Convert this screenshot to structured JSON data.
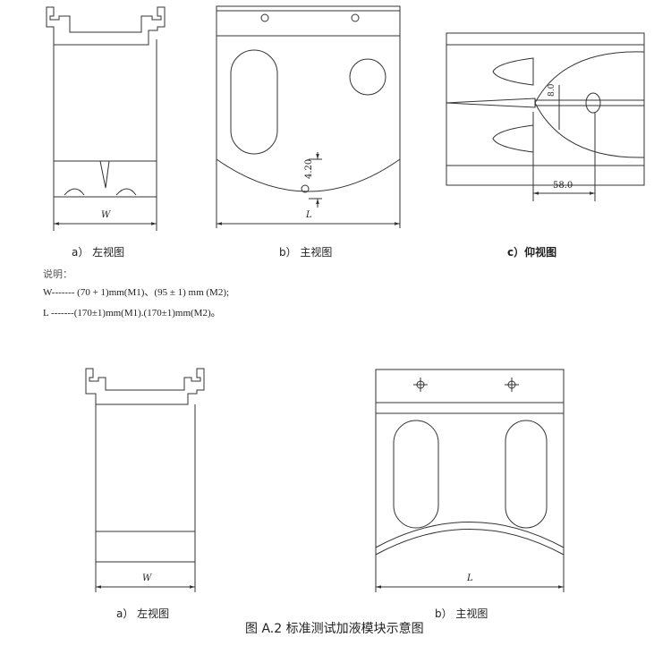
{
  "top_views": {
    "left_label": "a）  左视图",
    "front_label": "b）  主视图",
    "bottom_label": "c）仰视图",
    "dim_w": "W",
    "dim_l": "L",
    "dim_arc_depth": "4.20",
    "dim_offset": "8.0",
    "dim_distance": "58.0"
  },
  "notes": {
    "heading": "说明：",
    "w_line": "W------- (70 + 1)mm(M1)、(95 ± 1) mm (M2);",
    "l_line": "L -------(170±1)mm(M1).(170±1)mm(M2)。"
  },
  "bottom_views": {
    "left_label": "a）  左视图",
    "front_label": "b）  主视图",
    "dim_w": "W",
    "dim_l": "L"
  },
  "figure_caption": "图 A.2 标准测试加液模块示意图"
}
